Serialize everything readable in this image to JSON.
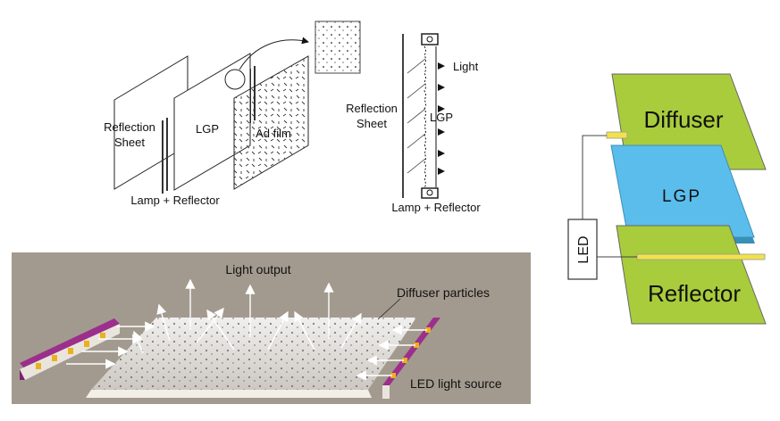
{
  "exploded_view": {
    "reflection_sheet": "Reflection\nSheet",
    "lgp": "LGP",
    "ad_film": "Ad film",
    "lamp_reflector": "Lamp + Reflector"
  },
  "cross_section": {
    "light": "Light",
    "reflection_sheet": "Reflection\nSheet",
    "lgp": "LGP",
    "lamp_reflector": "Lamp + Reflector"
  },
  "stack_diagram": {
    "diffuser": "Diffuser",
    "lgp": "LGP",
    "led": "LED",
    "reflector": "Reflector",
    "colors": {
      "diffuser": "#a9cc3c",
      "lgp": "#5bbdec",
      "reflector": "#a9cc3c",
      "strip": "#f2e24a"
    }
  },
  "photo_panel": {
    "light_output": "Light output",
    "diffuser_particles": "Diffuser particles",
    "led_light_source": "LED light source",
    "colors": {
      "background": "#a39a8f",
      "led_bar": "#9c2f8c",
      "led_chip": "#e9b020"
    }
  }
}
